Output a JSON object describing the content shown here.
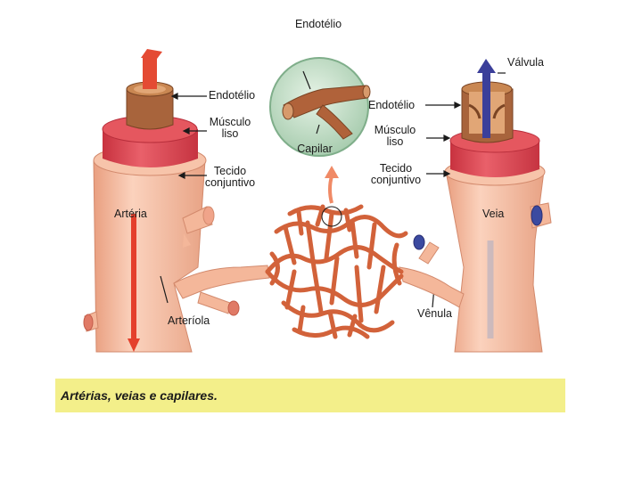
{
  "labels": {
    "artery_endothelium": "Endotélio",
    "artery_muscle": "Músculo\nliso",
    "artery_connective": "Tecido\nconjuntivo",
    "artery": "Artéria",
    "arteriole": "Arteríola",
    "capillary_endothelium": "Endotélio",
    "capillary": "Capilar",
    "vein_valve": "Válvula",
    "vein_endothelium": "Endotélio",
    "vein_muscle": "Músculo\nliso",
    "vein_connective": "Tecido\nconjuntivo",
    "vein": "Veia",
    "venule": "Vênula"
  },
  "caption": "Artérias, veias e capilares.",
  "colors": {
    "vessel_wall": "#f4b79a",
    "muscle": "#d9414e",
    "blood_arterial": "#e4402c",
    "blood_venous": "#3b3f9a",
    "capillary": "#d2623a",
    "caption_band": "#f3ef8a"
  }
}
